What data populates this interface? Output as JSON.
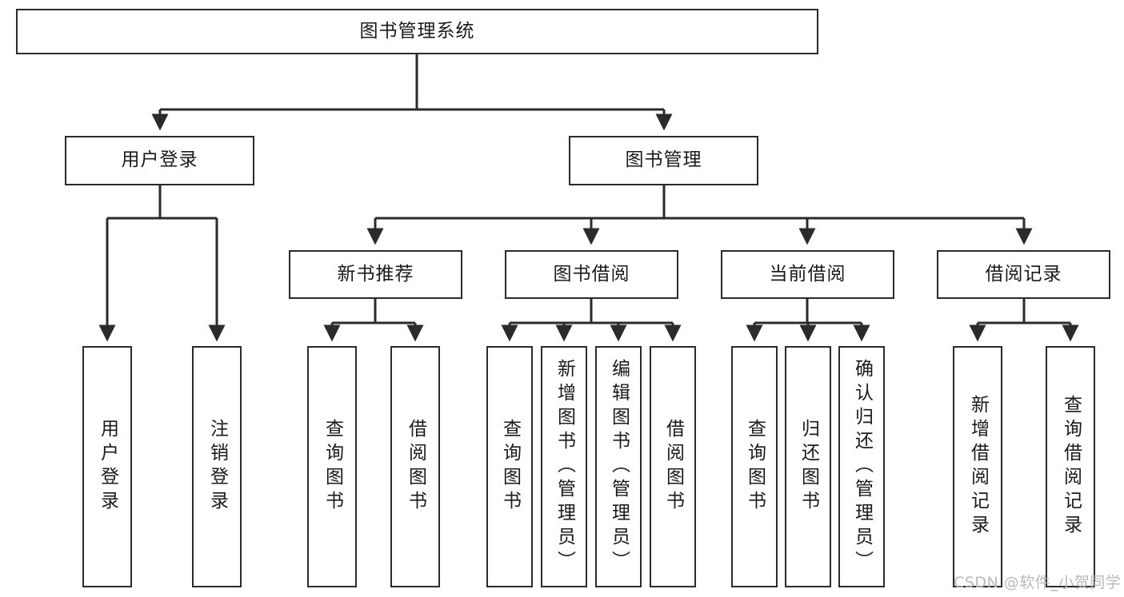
{
  "diagram": {
    "title": "图书管理系统",
    "type": "tree-hierarchy-chart",
    "root": {
      "id": "root",
      "label": "图书管理系统"
    },
    "level2": [
      {
        "id": "user-login",
        "label": "用户登录"
      },
      {
        "id": "book-manage",
        "label": "图书管理"
      }
    ],
    "level3": [
      {
        "id": "new-book-recommend",
        "label": "新书推荐",
        "parent": "book-manage"
      },
      {
        "id": "book-borrow",
        "label": "图书借阅",
        "parent": "book-manage"
      },
      {
        "id": "current-borrow",
        "label": "当前借阅",
        "parent": "book-manage"
      },
      {
        "id": "borrow-record",
        "label": "借阅记录",
        "parent": "book-manage"
      }
    ],
    "leaves": [
      {
        "id": "leaf-user-login",
        "label": "用户登录",
        "parent": "user-login"
      },
      {
        "id": "leaf-user-logout",
        "label": "注销登录",
        "parent": "user-login"
      },
      {
        "id": "leaf-query-book-1",
        "label": "查询图书",
        "parent": "new-book-recommend"
      },
      {
        "id": "leaf-borrow-book-1",
        "label": "借阅图书",
        "parent": "new-book-recommend"
      },
      {
        "id": "leaf-query-book-2",
        "label": "查询图书",
        "parent": "book-borrow"
      },
      {
        "id": "leaf-add-book",
        "label": "新增图书（管理员）",
        "parent": "book-borrow"
      },
      {
        "id": "leaf-edit-book",
        "label": "编辑图书（管理员）",
        "parent": "book-borrow"
      },
      {
        "id": "leaf-borrow-book-2",
        "label": "借阅图书",
        "parent": "book-borrow"
      },
      {
        "id": "leaf-query-book-3",
        "label": "查询图书",
        "parent": "current-borrow"
      },
      {
        "id": "leaf-return-book",
        "label": "归还图书",
        "parent": "current-borrow"
      },
      {
        "id": "leaf-confirm-return",
        "label": "确认归还（管理员）",
        "parent": "current-borrow"
      },
      {
        "id": "leaf-add-record",
        "label": "新增借阅记录",
        "parent": "borrow-record"
      },
      {
        "id": "leaf-query-record",
        "label": "查询借阅记录",
        "parent": "borrow-record"
      }
    ]
  },
  "watermark": {
    "text": "CSDN @软件_小贺同学"
  },
  "colors": {
    "stroke": "#2b2b2b",
    "fill": "#ffffff",
    "text": "#1a1a1a",
    "watermark": "#b9b9b9"
  }
}
